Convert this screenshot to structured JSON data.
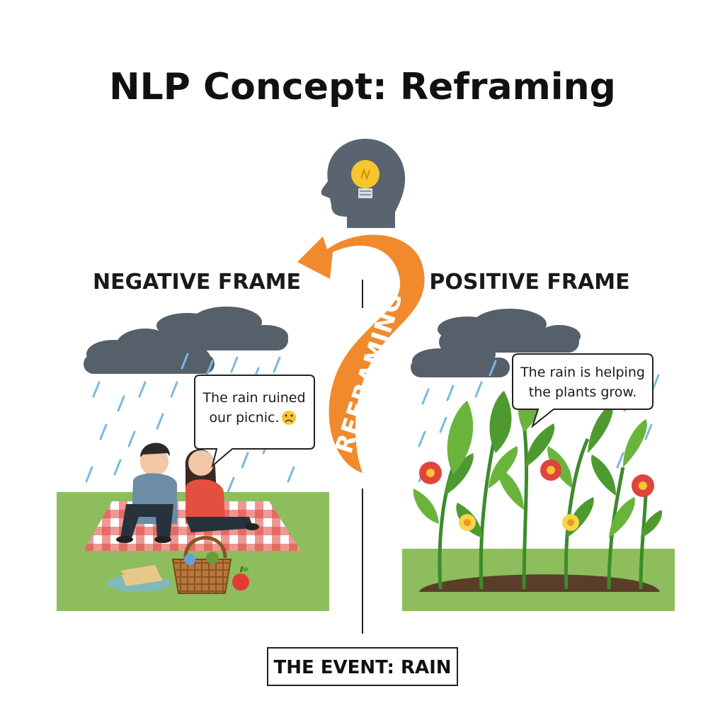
{
  "title": "NLP Concept: Reframing",
  "negative": {
    "label": "NEGATIVE FRAME",
    "speech_line1": "The rain ruined",
    "speech_line2": "our picnic.",
    "emoji": "sad-face-icon"
  },
  "positive": {
    "label": "POSITIVE FRAME",
    "speech_line1": "The rain is helping",
    "speech_line2": "the plants grow."
  },
  "arrow_label": "REFRAMING",
  "event_label": "THE EVENT: RAIN",
  "icons": [
    "head-lightbulb-icon",
    "rain-cloud-icon",
    "picnic-blanket-icon",
    "picnic-basket-icon",
    "sandwich-icon",
    "apple-icon",
    "flower-icon",
    "plant-icon"
  ],
  "colors": {
    "arrow": "#f08a2c",
    "cloud": "#56606a",
    "rain": "#7ab8e0",
    "grass": "#8dbd5c",
    "blanket_check": "#e0443c",
    "head": "#5a6470",
    "bulb": "#f6c630"
  }
}
